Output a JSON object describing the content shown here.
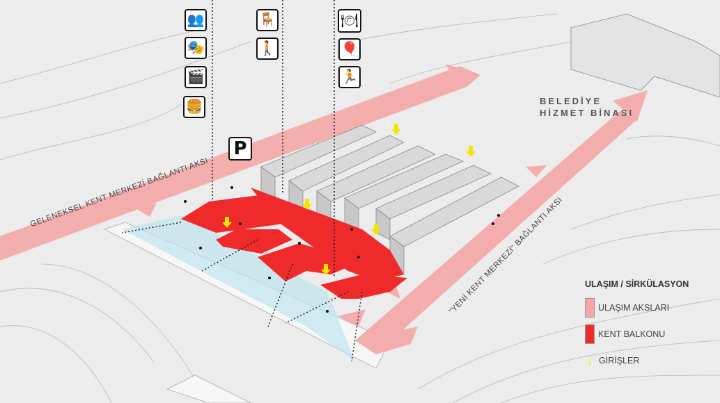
{
  "colors": {
    "background": "#ececec",
    "transport_axis": "#f4a7a7",
    "city_balcony": "#ee2a2a",
    "entrance": "#f2e600",
    "building": "#d9d9d9",
    "plaza_water": "#bfe4ee"
  },
  "labels": {
    "traditional_axis": "GELENEKSEL KENT MERKEZİ BAĞLANTI AKSI",
    "new_axis": "\"YENİ KENT MERKEZİ\" BAĞLANTI AKSI",
    "municipal_building_line1": "BELEDİYE",
    "municipal_building_line2": "HİZMET BİNASI",
    "parking": "P"
  },
  "icon_columns": [
    {
      "icons": [
        "meeting-icon",
        "theater-masks-icon",
        "cinema-icon",
        "fast-food-icon"
      ],
      "glyphs": [
        "👥",
        "🎭",
        "🎬",
        "🍔"
      ]
    },
    {
      "icons": [
        "waiting-icon",
        "pedestrian-icon"
      ],
      "glyphs": [
        "🪑",
        "🚶"
      ]
    },
    {
      "icons": [
        "restaurant-icon",
        "child-balloon-icon",
        "treadmill-icon"
      ],
      "glyphs": [
        "🍽",
        "🎈",
        "🏃"
      ]
    }
  ],
  "legend": {
    "title": "ULAŞIM / SİRKÜLASYON",
    "items": [
      {
        "label": "ULAŞIM AKSLARI",
        "color": "#f4a7a7",
        "type": "swatch"
      },
      {
        "label": "KENT BALKONU",
        "color": "#ee2a2a",
        "type": "swatch"
      },
      {
        "label": "GİRİŞLER",
        "color": "#f2e600",
        "type": "arrow",
        "glyph": "↓"
      }
    ]
  }
}
